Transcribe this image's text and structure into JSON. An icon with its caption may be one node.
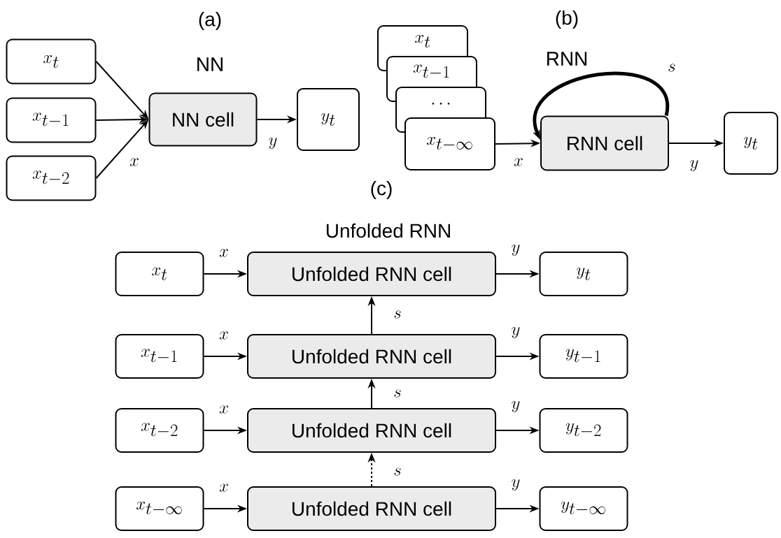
{
  "diagram": {
    "nodes": [
      {
        "text": [
          "x_t"
        ]
      },
      {
        "text": [
          "x_{t-1}"
        ]
      },
      {
        "text": [
          "x_{t-2}"
        ]
      },
      {
        "text": [
          "NN cell"
        ]
      },
      {
        "text": [
          "y_t"
        ]
      },
      {
        "text": [
          "x_t"
        ]
      },
      {
        "text": [
          "x_{t-1}"
        ]
      },
      {
        "text": [
          "\\cdots"
        ]
      },
      {
        "text": [
          "x_{t-\\infty}"
        ]
      },
      {
        "text": [
          "RNN cell"
        ]
      },
      {
        "text": [
          "y_t"
        ]
      },
      {
        "text": [
          "x_t"
        ]
      },
      {
        "text": [
          "Unfolded RNN cell"
        ]
      },
      {
        "text": [
          "y_t"
        ]
      },
      {
        "text": [
          "x_{t-1}"
        ]
      },
      {
        "text": [
          "Unfolded RNN cell"
        ]
      },
      {
        "text": [
          "y_{t-1}"
        ]
      },
      {
        "text": [
          "x_{t-2}"
        ]
      },
      {
        "text": [
          "Unfolded RNN cell"
        ]
      },
      {
        "text": [
          "y_{t-2}"
        ]
      },
      {
        "text": [
          "x_{t-\\infty}"
        ]
      },
      {
        "text": [
          "Unfolded RNN cell"
        ]
      },
      {
        "text": [
          "y_{t-\\infty}"
        ]
      }
    ],
    "edges": [
      {
        "from": 0,
        "to": 3,
        "arrow": "to"
      },
      {
        "from": 1,
        "to": 3,
        "arrow": "to"
      },
      {
        "from": 2,
        "to": 3,
        "arrow": "to",
        "label": "x"
      },
      {
        "from": 3,
        "to": 4,
        "arrow": "to",
        "label": "y"
      },
      {
        "from": 8,
        "to": 9,
        "arrow": "to",
        "label": "x"
      },
      {
        "from": 9,
        "to": 9,
        "arrow": "to",
        "label": "s",
        "style": "thick"
      },
      {
        "from": 9,
        "to": 10,
        "arrow": "to",
        "label": "y"
      },
      {
        "from": 11,
        "to": 12,
        "arrow": "to",
        "label": "x"
      },
      {
        "from": 12,
        "to": 13,
        "arrow": "to",
        "label": "y"
      },
      {
        "from": 14,
        "to": 15,
        "arrow": "to",
        "label": "x"
      },
      {
        "from": 15,
        "to": 16,
        "arrow": "to",
        "label": "y"
      },
      {
        "from": 17,
        "to": 18,
        "arrow": "to",
        "label": "x"
      },
      {
        "from": 18,
        "to": 19,
        "arrow": "to",
        "label": "y"
      },
      {
        "from": 20,
        "to": 21,
        "arrow": "to",
        "label": "x"
      },
      {
        "from": 21,
        "to": 22,
        "arrow": "to",
        "label": "y"
      },
      {
        "from": 15,
        "to": 12,
        "arrow": "to",
        "label": "s"
      },
      {
        "from": 18,
        "to": 15,
        "arrow": "to",
        "label": "s"
      },
      {
        "from": 21,
        "to": 18,
        "arrow": "to",
        "label": "s",
        "style": "dashed"
      }
    ],
    "labels": [
      "(a)",
      "NN",
      "(b)",
      "RNN",
      "(c)",
      "Unfolded RNN"
    ]
  }
}
